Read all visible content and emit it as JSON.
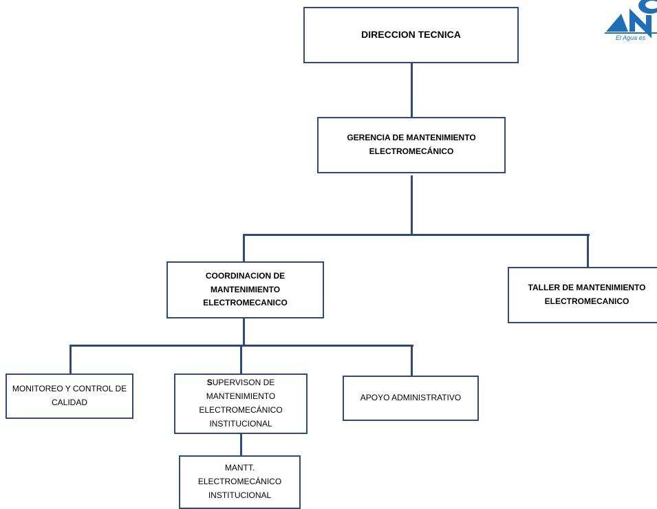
{
  "nodes": {
    "direccion": "DIRECCION TECNICA",
    "gerencia": "GERENCIA DE MANTENIMIENTO ELECTROMECÁNICO",
    "coordinacion": "COORDINACION DE MANTENIMIENTO ELECTROMECANICO",
    "taller": "TALLER DE MANTENIMIENTO ELECTROMECANICO",
    "monitoreo": "MONITOREO Y CONTROL DE CALIDAD",
    "supervision_first": "S",
    "supervision_rest": "UPERVISON DE MANTENIMIENTO ELECTROMECÁNICO INSTITUCIONAL",
    "apoyo": "APOYO ADMINISTRATIVO",
    "mantt": "MANTT. ELECTROMECÁNICO INSTITUCIONAL"
  },
  "logo": {
    "letters": "AN",
    "tagline": "El Agua es"
  },
  "colors": {
    "border": "#2e4a78",
    "logo_blue": "#1f6fb7"
  }
}
